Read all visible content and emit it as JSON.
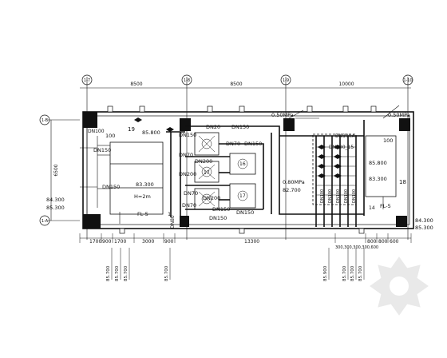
{
  "grid_bubbles": [
    "1-7",
    "1-8",
    "1-9",
    "1-10"
  ],
  "row_bubbles": [
    "1-B",
    "1-A"
  ],
  "top_dims": [
    "8500",
    "8500",
    "10000"
  ],
  "left_dim": "6500",
  "pipe_labels": {
    "dn20": "DN20",
    "dn150_top": "DN150",
    "dn150_a": "DN150",
    "dn150_b": "DN150",
    "dn150_c": "DN150",
    "dn150_left": "DN150",
    "dn70_a": "DN70",
    "dn70_b": "DN70",
    "dn70_c": "DN70",
    "dn70_d": "DN70",
    "dn200_a": "DN200",
    "dn200_b": "DN200",
    "dn100_left": "DN100",
    "dn80": "DN80",
    "dn100a": "DN100A",
    "dn100_15": "DN100_15",
    "dn100_r1": "DN100",
    "dn100_r2": "DN100",
    "dn100_r3": "DN100",
    "dn100_r4": "DN100",
    "dn100_r5": "DN100"
  },
  "pressure_labels": {
    "p1": "0.50MPa",
    "p2": "0.50MPa",
    "p3": "0.80MPa"
  },
  "elevations": {
    "e1": "85.800",
    "e2": "83.300",
    "e3": "84.300",
    "e4": "85.300",
    "e5": "82.700",
    "e6": "85.800",
    "e7": "83.300",
    "e8": "84.300",
    "e9": "85.300"
  },
  "equipment_numbers": [
    "19",
    "16",
    "17",
    "17",
    "18",
    "14"
  ],
  "misc_labels": {
    "n100_left": "100",
    "n100_right": "100",
    "h2m": "H=2m",
    "fl5_left": "FL-5",
    "fl5_right": "FL-5",
    "n1": "1",
    "n18": "18"
  },
  "bottom_dims": [
    "1700",
    "900",
    "1700",
    "3000",
    "900",
    "13300",
    "800",
    "800",
    "600"
  ],
  "bottom_elevations": [
    "85.700",
    "85.700",
    "85.700",
    "85.700",
    "85.900",
    "85.700",
    "85.700",
    "85.700"
  ],
  "bottom_small_dims": "300,300,300,300,600"
}
